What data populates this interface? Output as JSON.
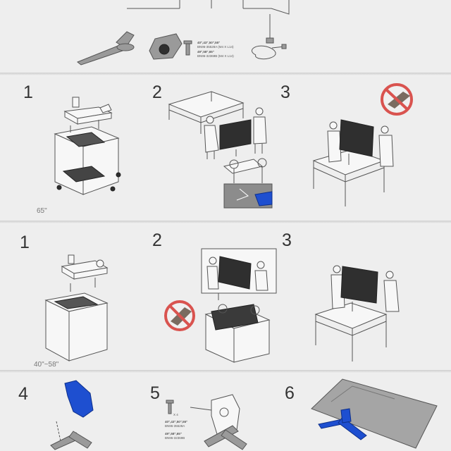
{
  "top_section": {
    "screw_spec_a": "40\",43\",50\",55\"",
    "screw_part_a": "BN96-35528A (M4 X L14)",
    "screw_spec_b": "49\",58\",65\"",
    "screw_part_b": "BN96-32369B (M4 X L14)"
  },
  "section_65": {
    "steps": [
      "1",
      "2",
      "3"
    ],
    "size_label": "65\""
  },
  "section_40_58": {
    "steps": [
      "1",
      "2",
      "3"
    ],
    "size_label": "40\"~58\""
  },
  "section_stand": {
    "steps": [
      "4",
      "5",
      "6"
    ],
    "screw_qty": "X 4",
    "screw_spec_a": "40\",43\",50\",55\"",
    "screw_part_a": "BN96-35528A",
    "screw_spec_b": "49\",58\",65\"",
    "screw_part_b": "BN96-32369B"
  },
  "colors": {
    "accent_blue": "#1e4fd0",
    "no_sign_red": "#d9534f",
    "paper": "#eeeeee"
  }
}
